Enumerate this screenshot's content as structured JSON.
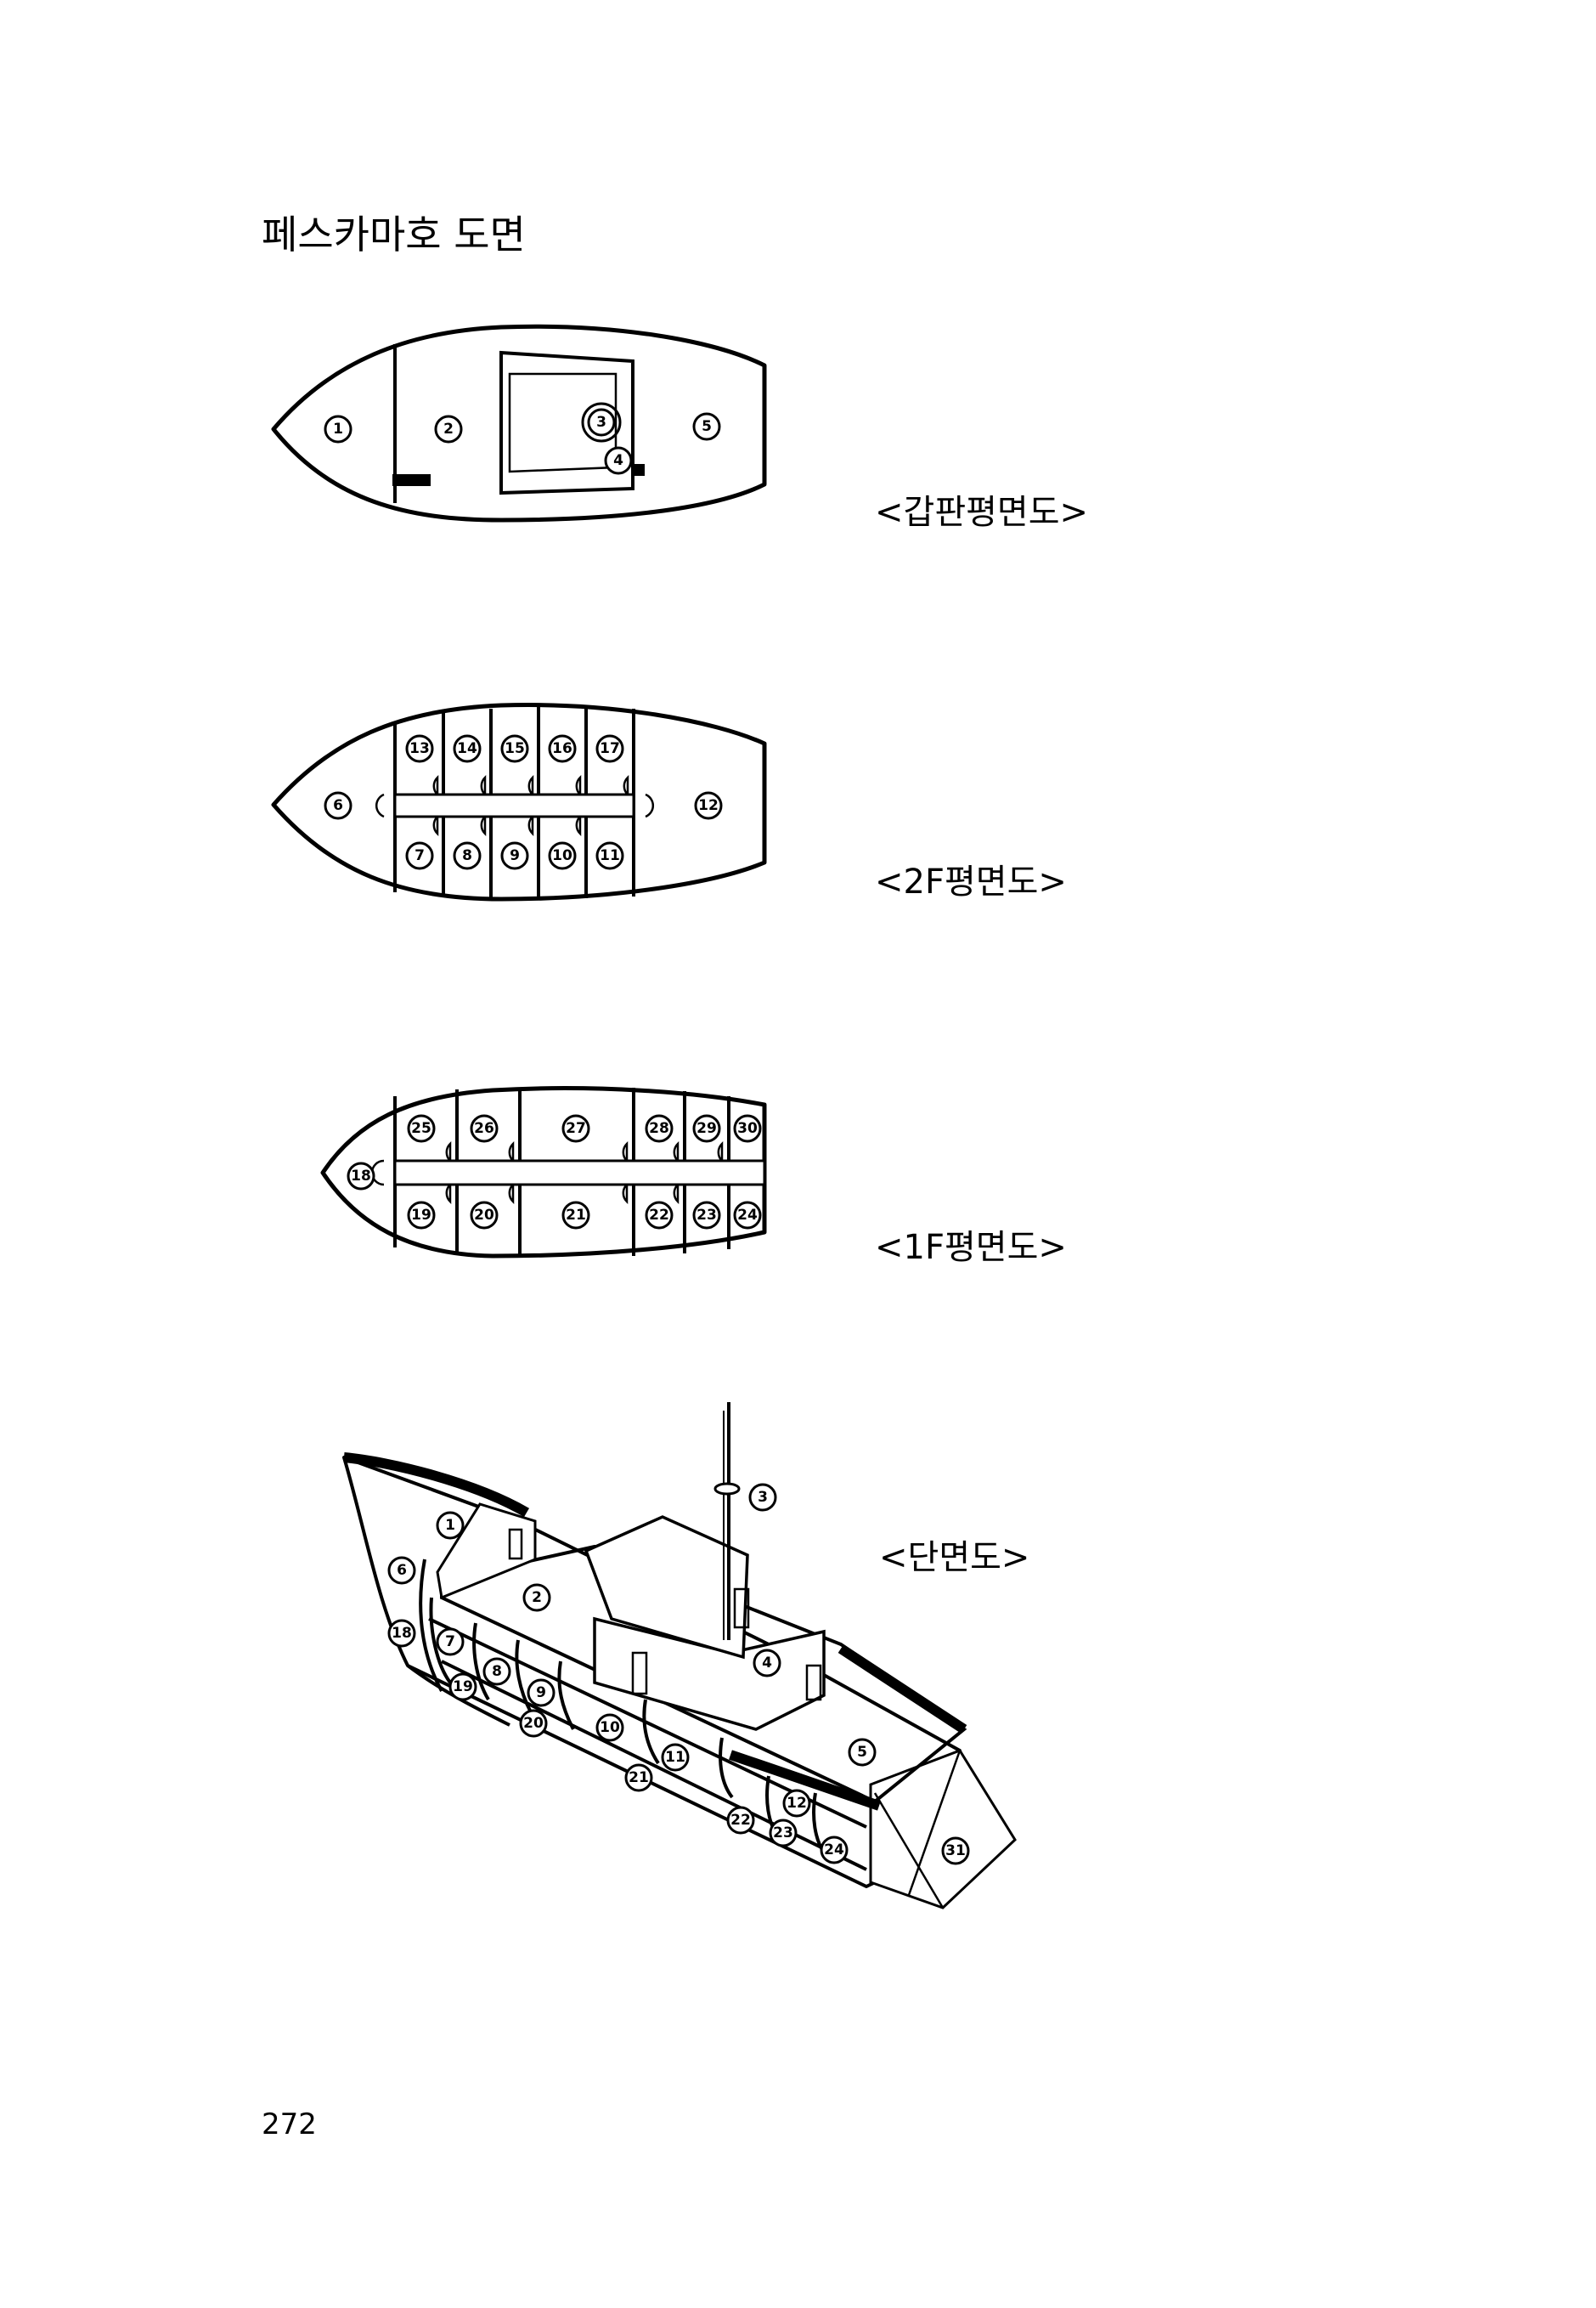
{
  "page": {
    "title": "페스카마호 도면",
    "page_number": "272"
  },
  "captions": {
    "deck": "<갑판평면도>",
    "floor2": "<2F평면도>",
    "floor1": "<1F평면도>",
    "section": "<단면도>"
  },
  "markers": {
    "deck": [
      "1",
      "2",
      "3",
      "4",
      "5"
    ],
    "floor2_top": [
      "13",
      "14",
      "15",
      "16",
      "17"
    ],
    "floor2_bottom": [
      "7",
      "8",
      "9",
      "10",
      "11"
    ],
    "floor2_ends": [
      "6",
      "12"
    ],
    "floor1_top": [
      "25",
      "26",
      "27",
      "28",
      "29",
      "30"
    ],
    "floor1_bottom": [
      "19",
      "20",
      "21",
      "22",
      "23",
      "24"
    ],
    "floor1_ends": [
      "18"
    ],
    "section": [
      "1",
      "2",
      "3",
      "4",
      "5",
      "6",
      "7",
      "8",
      "9",
      "10",
      "11",
      "12",
      "18",
      "19",
      "20",
      "21",
      "22",
      "23",
      "24",
      "31"
    ]
  }
}
